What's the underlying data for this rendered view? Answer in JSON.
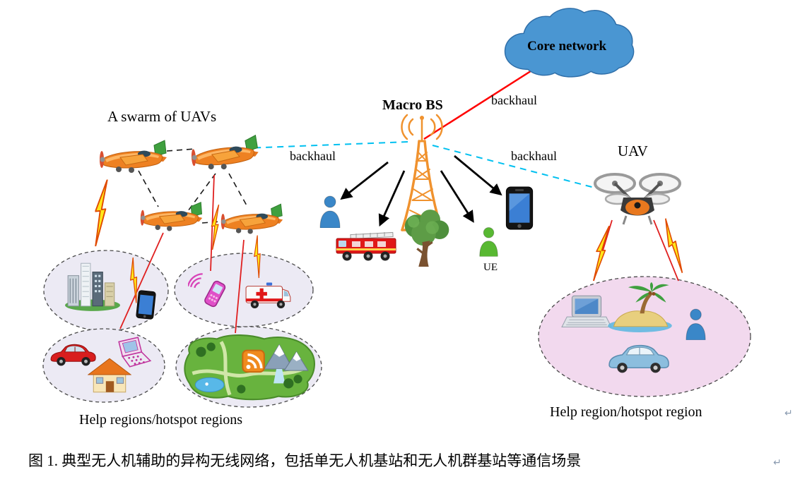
{
  "figure": {
    "core_network_label": "Core network",
    "macro_bs_label": "Macro BS",
    "backhaul_core_label": "backhaul",
    "backhaul_swarm_label": "backhaul",
    "backhaul_uav_label": "backhaul",
    "swarm_label": "A swarm of UAVs",
    "uav_label": "UAV",
    "ue_label": "UE",
    "help_regions_left_label": "Help regions/hotspot regions",
    "help_region_right_label": "Help region/hotspot region",
    "caption": "图 1. 典型无人机辅助的异构无线网络，包括单无人机基站和无人机群基站等通信场景",
    "paragraph_mark": "↵"
  },
  "icons": [
    "cloud-icon",
    "radio-tower-icon",
    "uav-plane-icon",
    "quadcopter-icon",
    "lightning-icon",
    "person-icon",
    "firetruck-icon",
    "tree-icon",
    "smartphone-icon",
    "city-icon",
    "mobile-phone-icon",
    "ambulance-icon",
    "car-icon",
    "flip-phone-icon",
    "house-icon",
    "park-map-icon",
    "laptop-icon",
    "palm-island-icon"
  ],
  "colors": {
    "cloud": "#4a96d2",
    "backhaul_wired": "#ff0000",
    "backhaul_wireless": "#00c0f0",
    "tower": "#f0922e",
    "region_fill_left": "#eceaf4",
    "region_fill_right": "#f2d9ee",
    "lightning_fill": "#ffe81a",
    "lightning_outline": "#e04a00",
    "person_blue": "#3a87c8",
    "person_green": "#58b832"
  }
}
